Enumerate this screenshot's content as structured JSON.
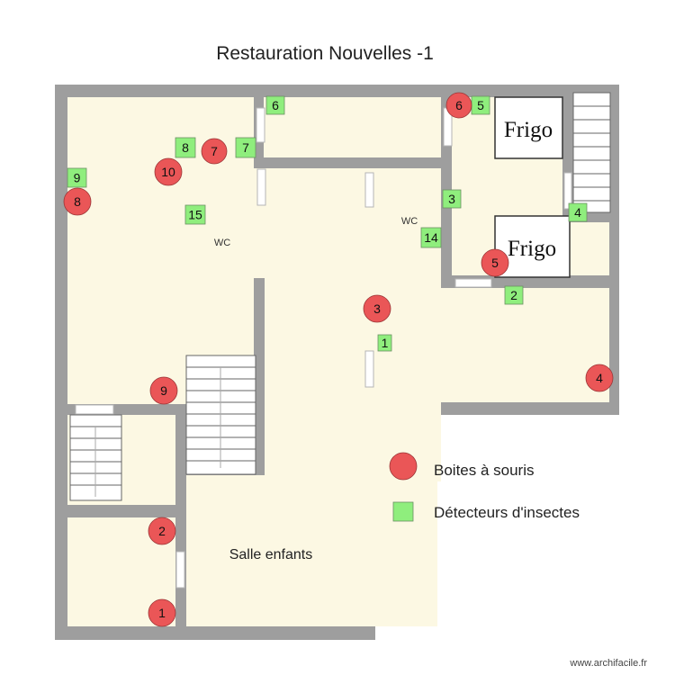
{
  "title": "Restauration Nouvelles -1",
  "rooms": {
    "salle_enfants": "Salle enfants",
    "wc_left": "WC",
    "wc_right": "WC",
    "frigo_top": "Frigo",
    "frigo_bottom": "Frigo"
  },
  "mouse_traps": [
    "1",
    "2",
    "3",
    "4",
    "5",
    "6",
    "7",
    "8",
    "9",
    "10"
  ],
  "insect_detectors": [
    "1",
    "2",
    "3",
    "4",
    "5",
    "6",
    "7",
    "8",
    "9",
    "14",
    "15"
  ],
  "legend": {
    "mouse_traps": "Boites à souris",
    "insect_detectors": "Détecteurs d'insectes"
  },
  "credit": "www.archifacile.fr",
  "colors": {
    "wall": "#9e9e9e",
    "floor": "#fcf8e3",
    "trap_fill": "#ea5657",
    "detector_fill": "#8fee7d"
  }
}
